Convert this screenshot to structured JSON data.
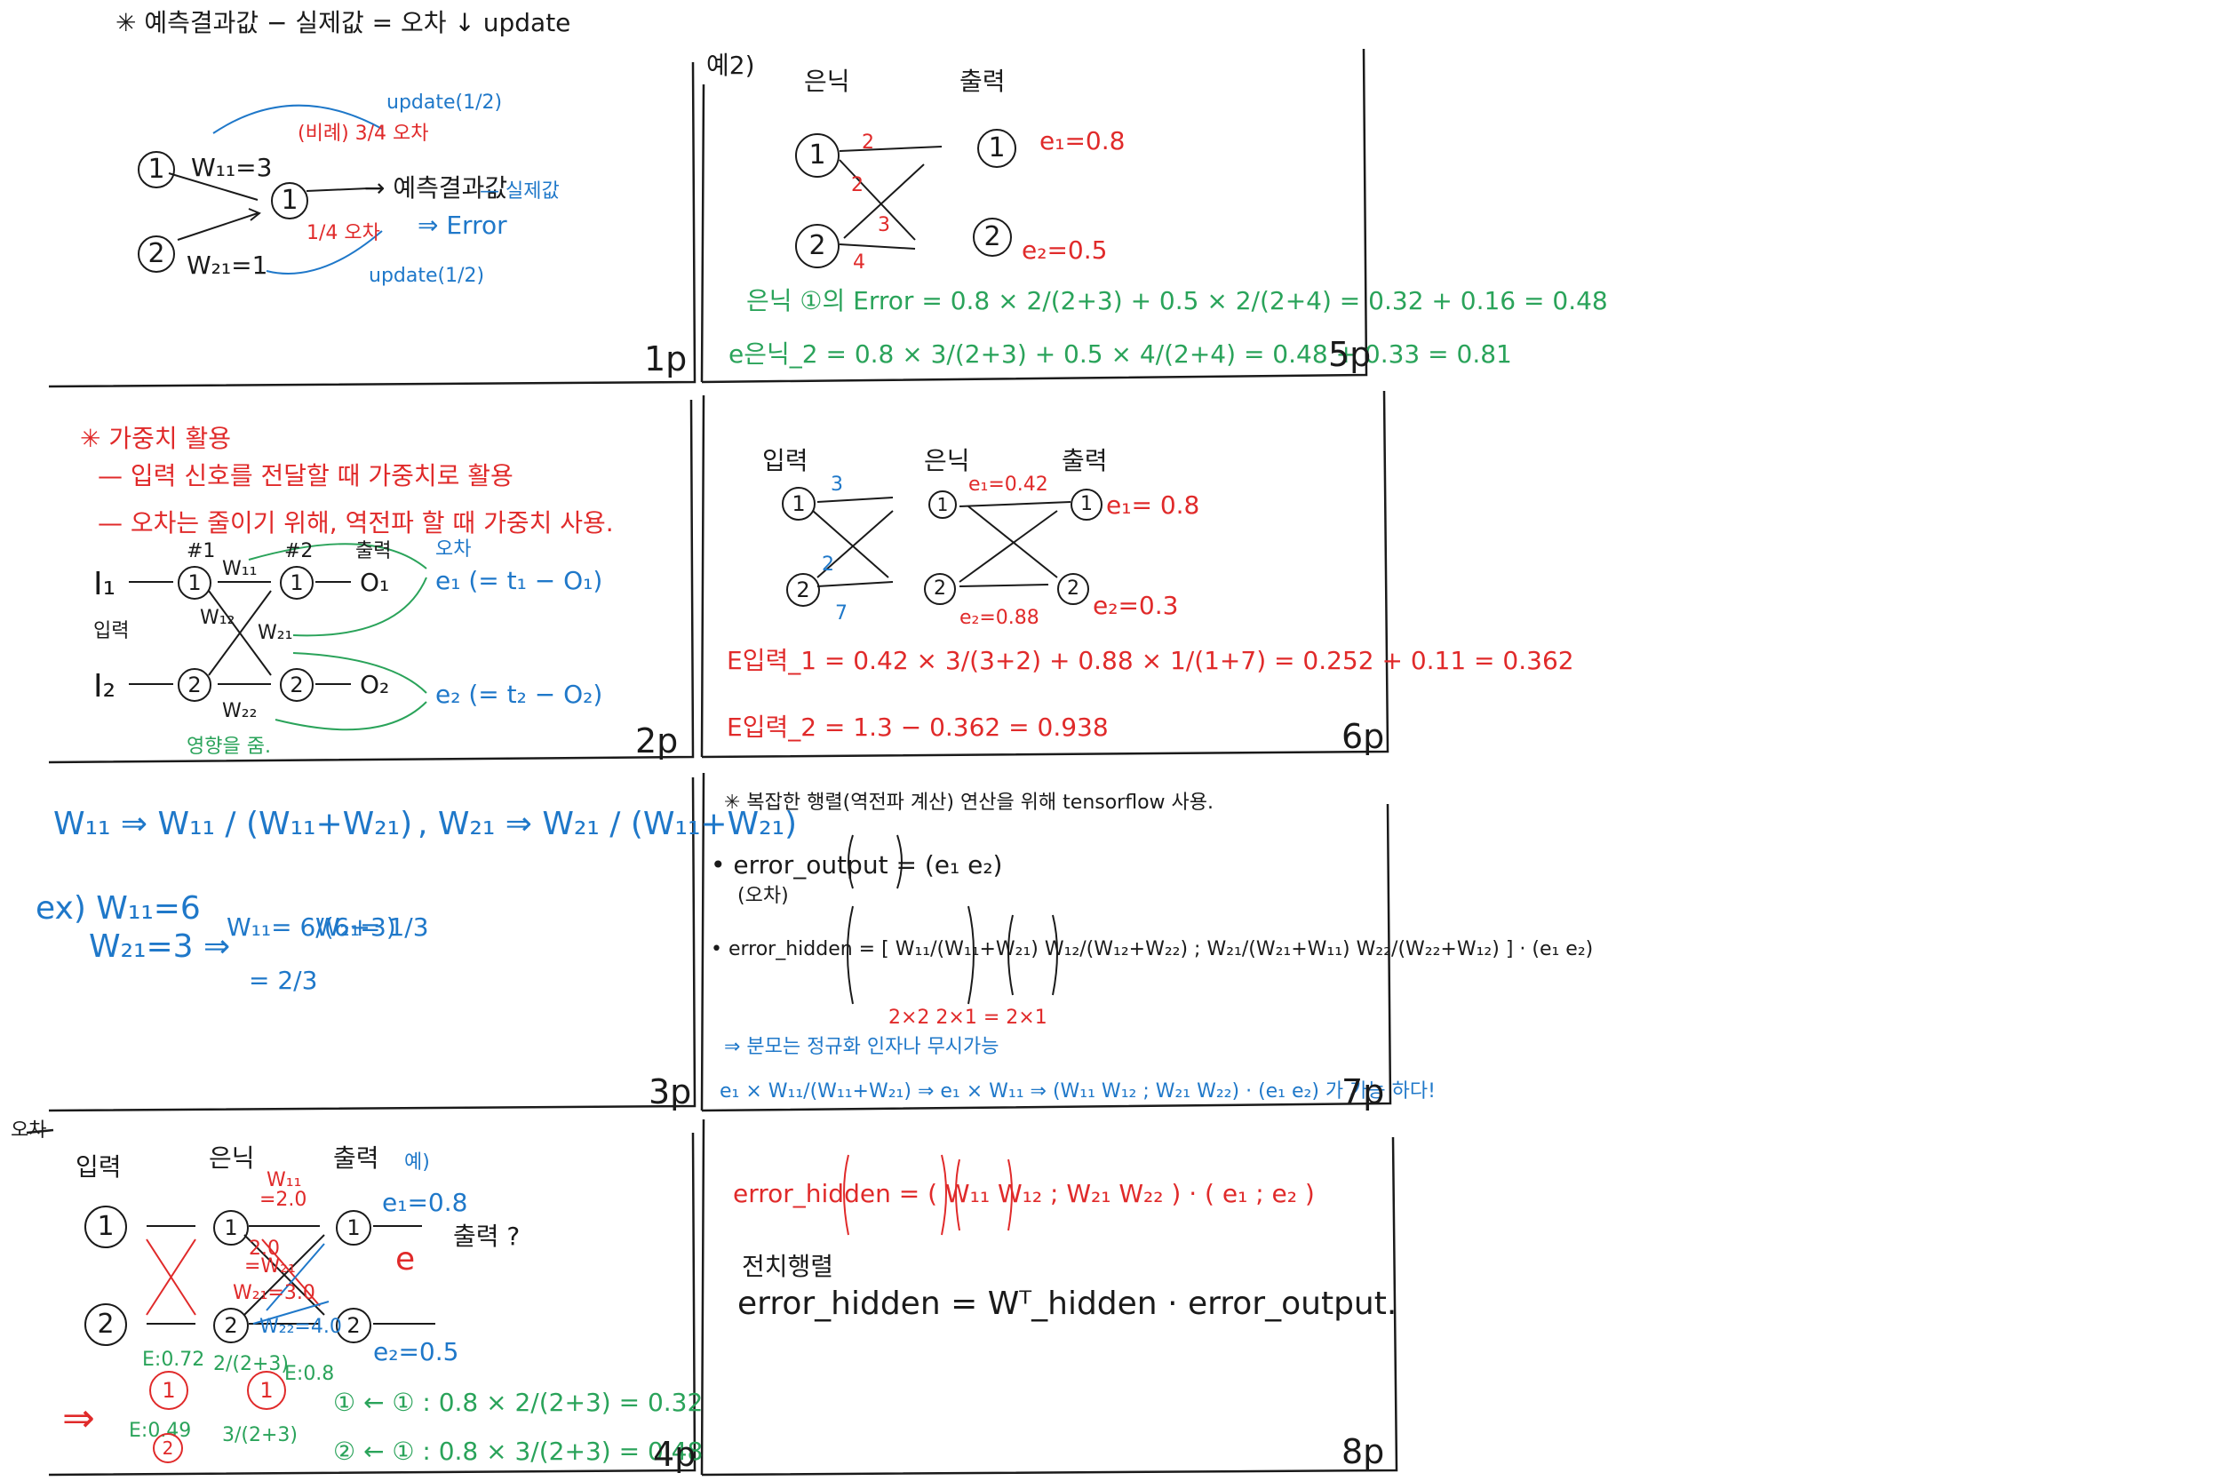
{
  "header": {
    "note": "✳ 예측결과값 − 실제값 = 오차 ↓  update"
  },
  "panel1": {
    "n1": "1",
    "n2": "2",
    "n3": "1",
    "w11": "W₁₁=3",
    "w21": "W₂₁=1",
    "pred": "→ 예측결과값",
    "real": "— 실제값",
    "ratio": "(비례) 3/4 오차",
    "quarter": "1/4 오차",
    "err": "⇒ Error",
    "up1": "update(1/2)",
    "up2": "update(1/2)",
    "page": "1p"
  },
  "panel2": {
    "title": "✳ 가중치 활용",
    "l1": "— 입력 신호를 전달할 때 가중치로 활용",
    "l2": "— 오차는 줄이기 위해, 역전파 할 때 가중치 사용.",
    "hash1": "#1",
    "hash2": "#2",
    "out": "출력",
    "err_lbl": "오차",
    "i1": "I₁",
    "i2": "I₂",
    "in": "입력",
    "o1": "O₁",
    "o2": "O₂",
    "w11": "W₁₁",
    "w12": "W₁₂",
    "w21": "W₂₁",
    "w22": "W₂₂",
    "e1": "e₁ (= t₁ − O₁)",
    "e2": "e₂ (= t₂ − O₂)",
    "effect": "영향을 줌.",
    "page": "2p"
  },
  "panel3": {
    "f1": "W₁₁ ⇒ W₁₁ / (W₁₁+W₂₁)",
    "f2": ", W₂₁ ⇒ W₂₁ / (W₁₁+W₂₁)",
    "ex": "ex)  W₁₁=6",
    "ex2": "W₂₁=3  ⇒",
    "r1": "W₁₁= 6/(6+3)",
    "r2": "W₂₁= 1/3",
    "r3": "= 2/3",
    "page": "3p"
  },
  "panel4": {
    "side": "오차",
    "in": "입력",
    "hid": "은닉",
    "out": "출력",
    "ex": "예)",
    "w11": "W₁₁",
    "w11v": "=2.0",
    "w12": "2.0",
    "w21": "=W₂₁",
    "w21v": "W₂₁=3.0",
    "w22": "W₂₂=4.0",
    "e1": "e₁=0.8",
    "e2": "e₂=0.5",
    "e": "e",
    "res": "출력 ?",
    "E1": "E:0.72",
    "E2": "E:0.49",
    "E3": "E:0.8",
    "frac1": "2/(2+3)",
    "frac2": "3/(2+3)",
    "g1": "① ← ① : 0.8 × 2/(2+3) = 0.32",
    "g2": "② ← ① : 0.8 × 3/(2+3) = 0.48",
    "page": "4p"
  },
  "panel5": {
    "ex": "예2)",
    "hid": "은닉",
    "out": "출력",
    "w_a": "2",
    "w_b": "2",
    "w_c": "3",
    "w_d": "4",
    "e1": "e₁=0.8",
    "e2": "e₂=0.5",
    "g1": "은닉 ①의 Error = 0.8 × 2/(2+3) + 0.5 × 2/(2+4) = 0.32 + 0.16 = 0.48",
    "g2": "e은닉_2 = 0.8 × 3/(2+3) + 0.5 × 4/(2+4) = 0.48 + 0.33 = 0.81",
    "page": "5p"
  },
  "panel6": {
    "in": "입력",
    "hid": "은닉",
    "out": "출력",
    "w1": "3",
    "w2": "2",
    "w3": "7",
    "eh1": "e₁=0.42",
    "eh2": "e₂=0.88",
    "e1": "e₁= 0.8",
    "e2": "e₂=0.3",
    "l1": "E입력_1 = 0.42 × 3/(3+2) + 0.88 × 1/(1+7) = 0.252 + 0.11 = 0.362",
    "l2": "E입력_2 = 1.3 − 0.362 = 0.938",
    "page": "6p"
  },
  "panel7": {
    "title": "✳ 복잡한 행렬(역전파 계산) 연산을 위해 tensorflow 사용.",
    "r1": "• error_output = (e₁ e₂)",
    "r1b": "(오차)",
    "r2": "• error_hidden = [ W₁₁/(W₁₁+W₂₁)  W₁₂/(W₁₂+W₂₂) ; W₂₁/(W₂₁+W₁₁)  W₂₂/(W₂₂+W₁₂) ] · (e₁ e₂)",
    "dims": "2×2      2×1   = 2×1",
    "note": "⇒ 분모는 정규화 인자나 무시가능",
    "r3": "e₁ × W₁₁/(W₁₁+W₂₁) ⇒ e₁ × W₁₁ ⇒ (W₁₁ W₁₂ ; W₂₁ W₂₂) · (e₁ e₂) 가 가능 하다!",
    "page": "7p"
  },
  "panel8": {
    "r1": "error_hidden = ( W₁₁ W₁₂ ; W₂₁ W₂₂ ) · ( e₁ ; e₂ )",
    "t": "전치행렬",
    "r2": "error_hidden = Wᵀ_hidden · error_output.",
    "page": "8p"
  }
}
